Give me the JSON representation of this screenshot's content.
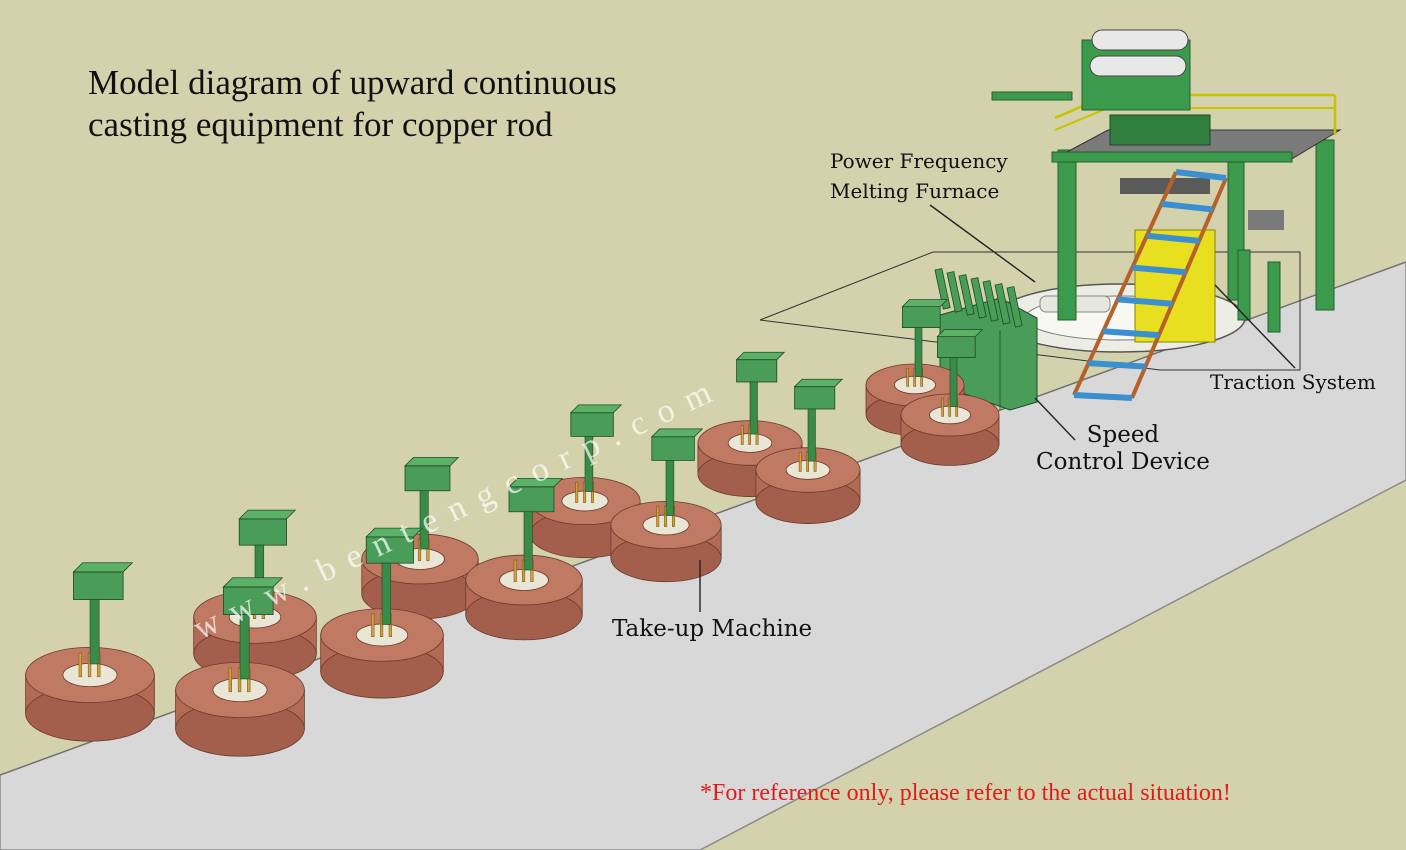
{
  "title_line1": "Model diagram of upward continuous",
  "title_line2": "casting equipment for copper rod",
  "labels": {
    "furnace_line1": "Power Frequency",
    "furnace_line2": "Melting Furnace",
    "traction": "Traction System",
    "speed_line1": "Speed",
    "speed_line2": "Control Device",
    "takeup": "Take-up Machine"
  },
  "watermark": "www.bentengcorp.com",
  "note": "*For reference only, please refer to the actual situation!",
  "colors": {
    "background": "#d3d2ac",
    "floor": "#d8d8d8",
    "machine_green": "#4a9d58",
    "coil_copper": "#b36a55",
    "note_red": "#e21a1a"
  },
  "takeup_unit_count": 12
}
